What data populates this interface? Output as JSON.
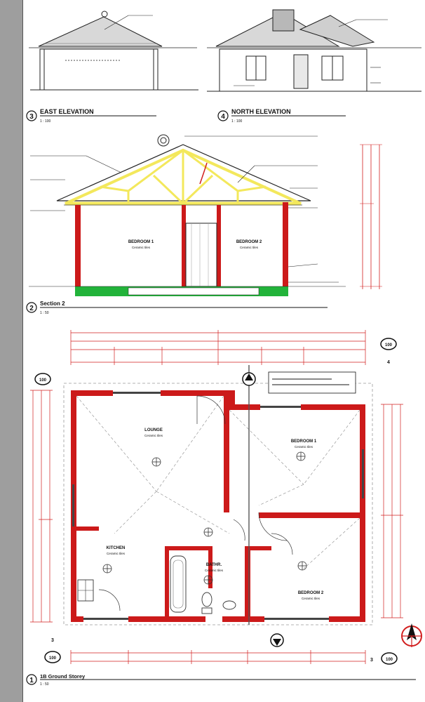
{
  "views": {
    "east_elevation": {
      "number": "3",
      "title": "EAST ELEVATION",
      "scale": "1 : 100"
    },
    "north_elevation": {
      "number": "4",
      "title": "NORTH ELEVATION",
      "scale": "1 : 100"
    },
    "section": {
      "number": "2",
      "title": "Section 2",
      "scale": "1 : 50"
    },
    "ground_plan": {
      "number": "1",
      "title": "1B Ground Storey",
      "scale": "1 : 50"
    }
  },
  "rooms": {
    "bedroom1_section": {
      "name": "BEDROOM 1",
      "finish": "Ceramic tiles"
    },
    "bedroom2_section": {
      "name": "BEDROOM 2",
      "finish": "Ceramic tiles"
    },
    "lounge": {
      "name": "LOUNGE",
      "finish": "Ceramic tiles"
    },
    "bedroom1_plan": {
      "name": "BEDROOM 1",
      "finish": "Ceramic tiles"
    },
    "kitchen": {
      "name": "KITCHEN",
      "finish": "Ceramic tiles"
    },
    "bath": {
      "name": "BATHR.",
      "finish": "Ceramic tiles"
    },
    "bedroom2_plan": {
      "name": "BEDROOM 2",
      "finish": "Ceramic tiles"
    }
  },
  "markers": {
    "top_right": "100",
    "top_right_sub": "4",
    "left": "100",
    "bottom_left": "100",
    "bottom_right": "100",
    "bottom_right_num": "3",
    "bottom_left_num": "3"
  },
  "icons": [
    "north-arrow-icon",
    "section-marker-icon",
    "ceiling-light-icon",
    "chimney-cowl-icon"
  ],
  "colors": {
    "wall": "#cc1a1a",
    "truss": "#f3e85c",
    "foundation": "#22b33a",
    "dimension": "#d21f1f",
    "line": "#111111"
  }
}
